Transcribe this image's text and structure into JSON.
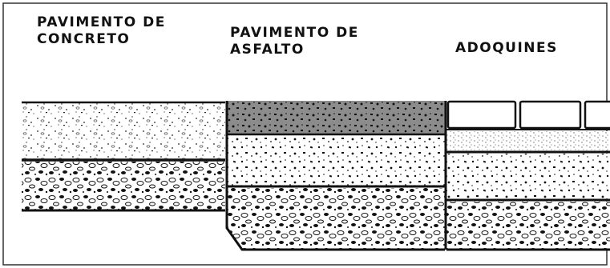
{
  "labels": {
    "concreto": "PAVIMENTO DE\nCONCRETO",
    "asfalto": "PAVIMENTO DE\nASFALTO",
    "adoquines": "ADOQUINES"
  },
  "columns": [
    {
      "id": "concreto",
      "layers": [
        "concrete-slab",
        "base-coarse"
      ]
    },
    {
      "id": "asfalto",
      "layers": [
        "asphalt-surface",
        "base-aggregate",
        "subbase-coarse"
      ]
    },
    {
      "id": "adoquines",
      "layers": [
        "paving-blocks",
        "sand-bed",
        "base-aggregate",
        "subbase-coarse"
      ]
    }
  ],
  "colors": {
    "line": "#111111",
    "background": "#ffffff",
    "asphalt": "#8c8c8c",
    "frame": "#333333"
  },
  "icons": {
    "texture": "speckled-aggregate-pattern"
  }
}
